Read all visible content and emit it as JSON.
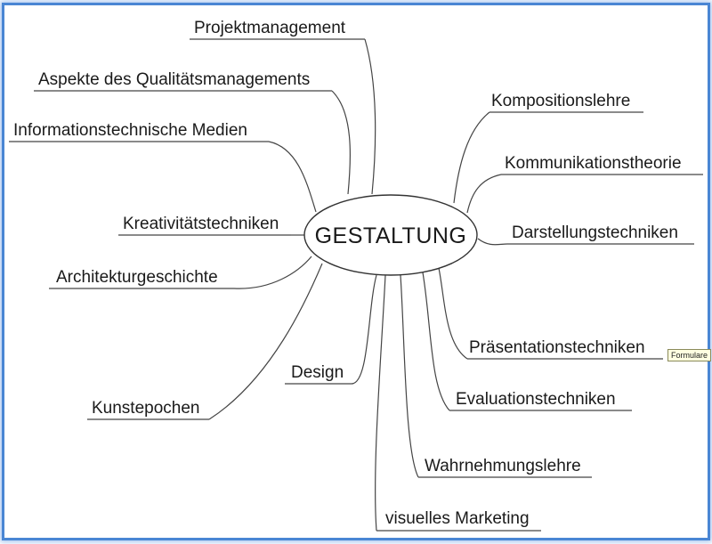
{
  "center": {
    "label": "GESTALTUNG"
  },
  "branches": [
    {
      "id": "projektmanagement",
      "label": "Projektmanagement"
    },
    {
      "id": "qualitaetsmanagement",
      "label": "Aspekte des Qualitätsmanagements"
    },
    {
      "id": "medien",
      "label": "Informationstechnische Medien"
    },
    {
      "id": "kreativitaet",
      "label": "Kreativitätstechniken"
    },
    {
      "id": "architektur",
      "label": "Architekturgeschichte"
    },
    {
      "id": "kunstepochen",
      "label": "Kunstepochen"
    },
    {
      "id": "design",
      "label": "Design"
    },
    {
      "id": "marketing",
      "label": "visuelles Marketing"
    },
    {
      "id": "wahrnehmung",
      "label": "Wahrnehmungslehre"
    },
    {
      "id": "evaluation",
      "label": "Evaluationstechniken"
    },
    {
      "id": "praesentation",
      "label": "Präsentationstechniken"
    },
    {
      "id": "darstellung",
      "label": "Darstellungstechniken"
    },
    {
      "id": "kommunikation",
      "label": "Kommunikationstheorie"
    },
    {
      "id": "komposition",
      "label": "Kompositionslehre"
    }
  ],
  "tooltip": {
    "text": "Formulare"
  },
  "colors": {
    "frame": "#4a86d4",
    "line": "#444444",
    "text": "#1a1a1a",
    "tooltip_bg": "#ffffe1"
  }
}
